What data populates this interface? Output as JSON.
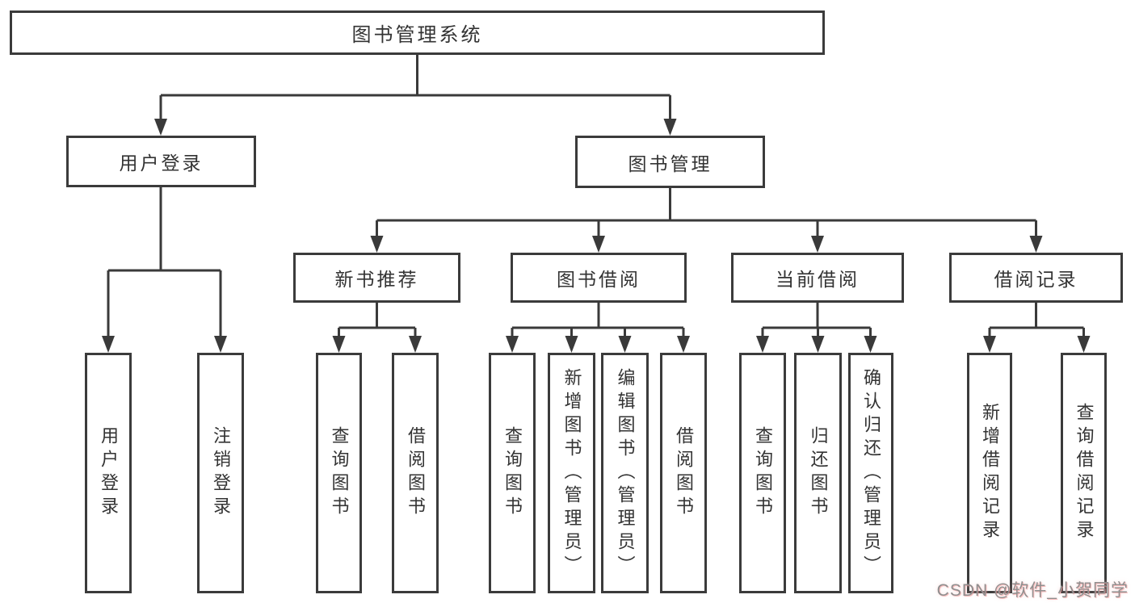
{
  "tree": {
    "root": {
      "label": "图书管理系统",
      "children": [
        {
          "label": "用户登录",
          "children": [
            {
              "label": "用户登录"
            },
            {
              "label": "注销登录"
            }
          ]
        },
        {
          "label": "图书管理",
          "children": [
            {
              "label": "新书推荐",
              "children": [
                {
                  "label": "查询图书"
                },
                {
                  "label": "借阅图书"
                }
              ]
            },
            {
              "label": "图书借阅",
              "children": [
                {
                  "label": "查询图书"
                },
                {
                  "label": "新增图书（管理员）"
                },
                {
                  "label": "编辑图书（管理员）"
                },
                {
                  "label": "借阅图书"
                }
              ]
            },
            {
              "label": "当前借阅",
              "children": [
                {
                  "label": "查询图书"
                },
                {
                  "label": "归还图书"
                },
                {
                  "label": "确认归还（管理员）"
                }
              ]
            },
            {
              "label": "借阅记录",
              "children": [
                {
                  "label": "新增借阅记录"
                },
                {
                  "label": "查询借阅记录"
                }
              ]
            }
          ]
        }
      ]
    }
  },
  "watermark": "CSDN @软件_小贺同学",
  "colors": {
    "line": "#3a3a3a",
    "box_border": "#3b3b3b",
    "text": "#333333",
    "watermark_text": "#8f8f8f",
    "watermark_accent": "#f48f8f",
    "background": "#ffffff"
  }
}
